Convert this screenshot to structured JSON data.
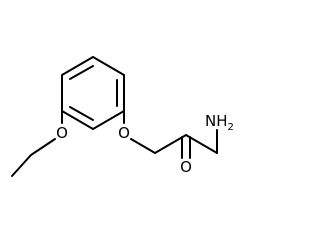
{
  "molecule": {
    "atoms": {
      "ether_oxygen_left": "O",
      "ether_oxygen_right": "O",
      "carbonyl_oxygen": "O",
      "amine_nitrogen": "N",
      "amine_h": "H",
      "amine_h_count": "2"
    },
    "colors": {
      "bond": "#000000",
      "label": "#000000",
      "background": "#ffffff"
    }
  }
}
